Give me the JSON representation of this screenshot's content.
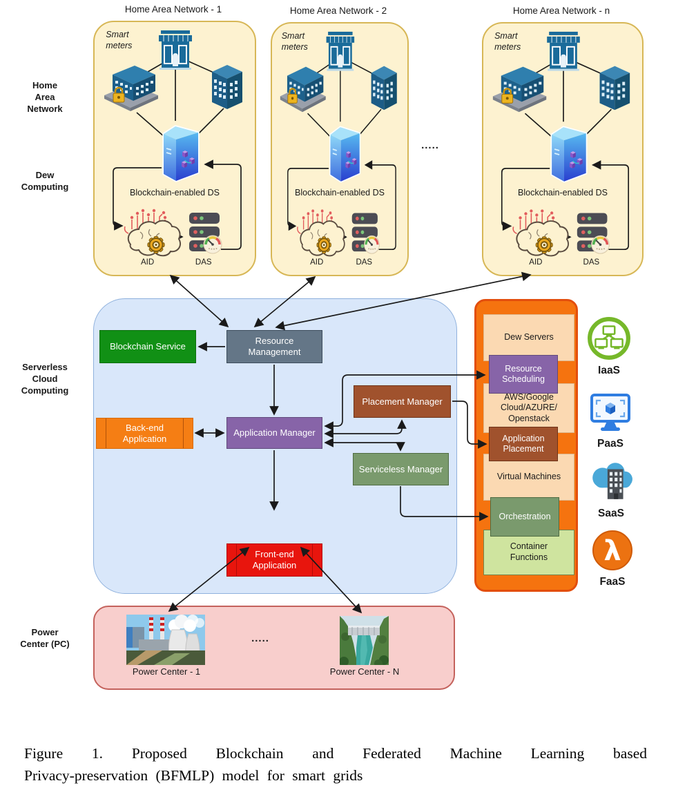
{
  "figure": {
    "caption_line1": "Figure 1.   Proposed Blockchain and Federated Machine Learning based",
    "caption_line2": "Privacy-preservation (BFMLP) model for smart grids"
  },
  "side_labels": {
    "home_area_network": "Home\nArea\nNetwork",
    "dew_computing": "Dew\nComputing",
    "serverless_cloud": "Serverless\nCloud\nComputing",
    "power_center": "Power\nCenter (PC)"
  },
  "han_networks": [
    {
      "title": "Home Area Network - 1",
      "smart_meters_label": "Smart\nmeters",
      "ds_label": "Blockchain-enabled DS",
      "aid_label": "AID",
      "das_label": "DAS"
    },
    {
      "title": "Home Area Network - 2",
      "smart_meters_label": "Smart\nmeters",
      "ds_label": "Blockchain-enabled DS",
      "aid_label": "AID",
      "das_label": "DAS"
    },
    {
      "title": "Home Area Network - n",
      "smart_meters_label": "Smart\nmeters",
      "ds_label": "Blockchain-enabled DS",
      "aid_label": "AID",
      "das_label": "DAS"
    }
  ],
  "separators": {
    "han_dots": ".....",
    "power_dots": "....."
  },
  "serverless_cloud": {
    "blockchain_service": "Blockchain Service",
    "resource_management": "Resource\nManagement",
    "backend_application": "Back-end\nApplication",
    "application_manager": "Application Manager",
    "placement_manager": "Placement Manager",
    "serviceless_manager": "Serviceless Manager",
    "frontend_application": "Front-end\nApplication"
  },
  "dew_server_stack": {
    "dew_servers": "Dew Servers",
    "resource_scheduling": "Resource\nScheduling",
    "cloud_providers": "AWS/Google\nCloud/AZURE/\nOpenstack",
    "application_placement": "Application\nPlacement",
    "virtual_machines": "Virtual Machines",
    "orchestration": "Orchestration",
    "container_functions": "Container\nFunctions"
  },
  "service_models": [
    {
      "label": "IaaS"
    },
    {
      "label": "PaaS"
    },
    {
      "label": "SaaS"
    },
    {
      "label": "FaaS"
    }
  ],
  "power_centers": {
    "pc1_label": "Power Center - 1",
    "pcn_label": "Power Center - N"
  },
  "colors": {
    "han_fill": "#fdf2d0",
    "han_border": "#d7b756",
    "cloud_fill": "#d9e7fa",
    "cloud_border": "#8fb1dd",
    "stack_fill": "#f5730f",
    "stack_border": "#e34e0d",
    "peach": "#fbd9b2",
    "green": "#119015",
    "gray": "#647687",
    "orange": "#f57e14",
    "purple": "#8764a8",
    "sienna": "#a0522d",
    "sage": "#7a9a6d",
    "red": "#e8150d",
    "light_green": "#cfe49f",
    "pink_fill": "#f8cecc",
    "pink_border": "#c4625c"
  }
}
